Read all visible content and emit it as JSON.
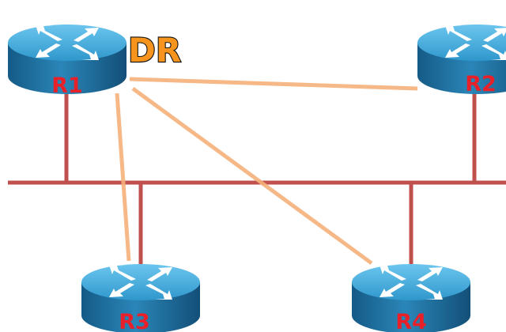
{
  "routers": [
    {
      "id": "r1",
      "label": "R1"
    },
    {
      "id": "r2",
      "label": "R2"
    },
    {
      "id": "r3",
      "label": "R3"
    },
    {
      "id": "r4",
      "label": "R4"
    }
  ],
  "dr_badge": "DR",
  "colors": {
    "ethernet_segment": "#c0504d",
    "adjacency_line": "#f5b07a",
    "router_top": "#3fa9d7",
    "router_body": "#1d6e9e",
    "router_label": "#e8202a",
    "dr_fill": "#f7941d"
  },
  "adjacencies": [
    {
      "from": "R1",
      "to": "R2"
    },
    {
      "from": "R1",
      "to": "R3"
    },
    {
      "from": "R1",
      "to": "R4"
    }
  ],
  "icons": [
    "router-icon"
  ]
}
